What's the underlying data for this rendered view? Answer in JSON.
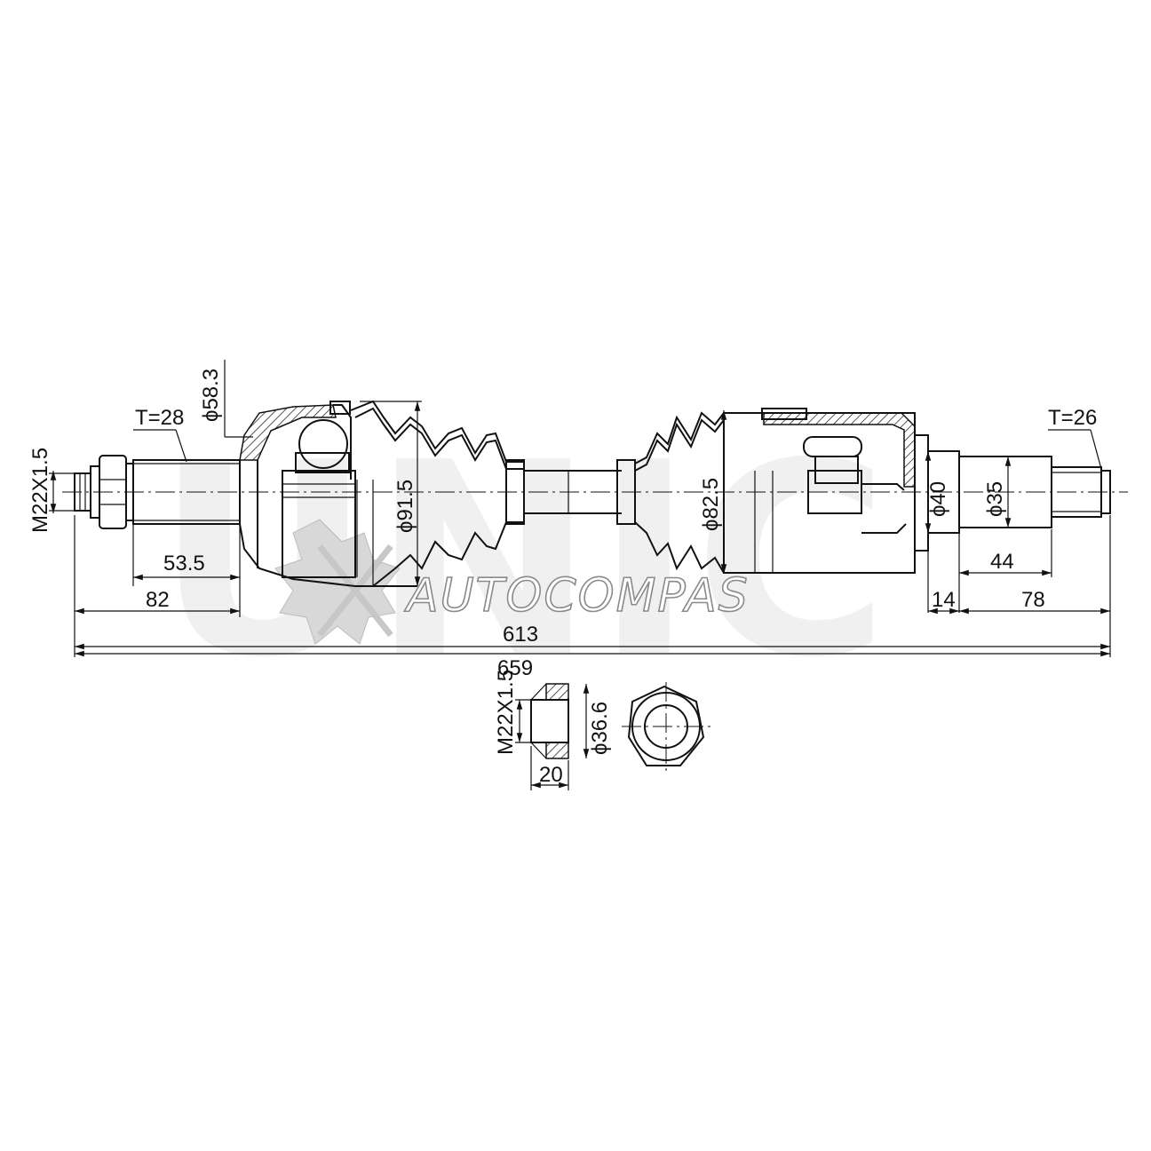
{
  "watermark": {
    "logo_letters": "UNIC",
    "brand": "AUTOCOMPAS"
  },
  "dimensions": {
    "thread_left": "M22X1.5",
    "teeth_left": "T=28",
    "dia_shaft_left": "ϕ58.3",
    "dia_outer_joint": "ϕ91.5",
    "dia_inner_joint": "ϕ82.5",
    "dia_40": "ϕ40",
    "dia_35": "ϕ35",
    "teeth_right": "T=26",
    "len_53_5": "53.5",
    "len_82": "82",
    "len_44": "44",
    "len_14": "14",
    "len_78": "78",
    "len_613": "613",
    "len_659": "659"
  },
  "nut_detail": {
    "thread": "M22X1.5",
    "dia": "ϕ36.6",
    "width": "20"
  }
}
